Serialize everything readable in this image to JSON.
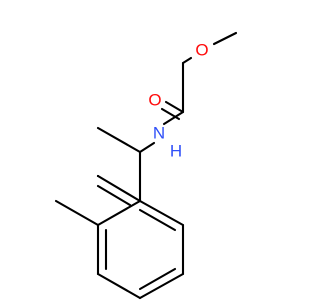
{
  "molecule": {
    "atom_labels": {
      "oxygen_ether": "O",
      "oxygen_carbonyl": "O",
      "nitrogen": "N",
      "nitrogen_h": "H"
    },
    "colors": {
      "oxygen": "#ff0d0d",
      "nitrogen": "#3050f8",
      "bond": "#000000",
      "background": "#ffffff"
    }
  }
}
